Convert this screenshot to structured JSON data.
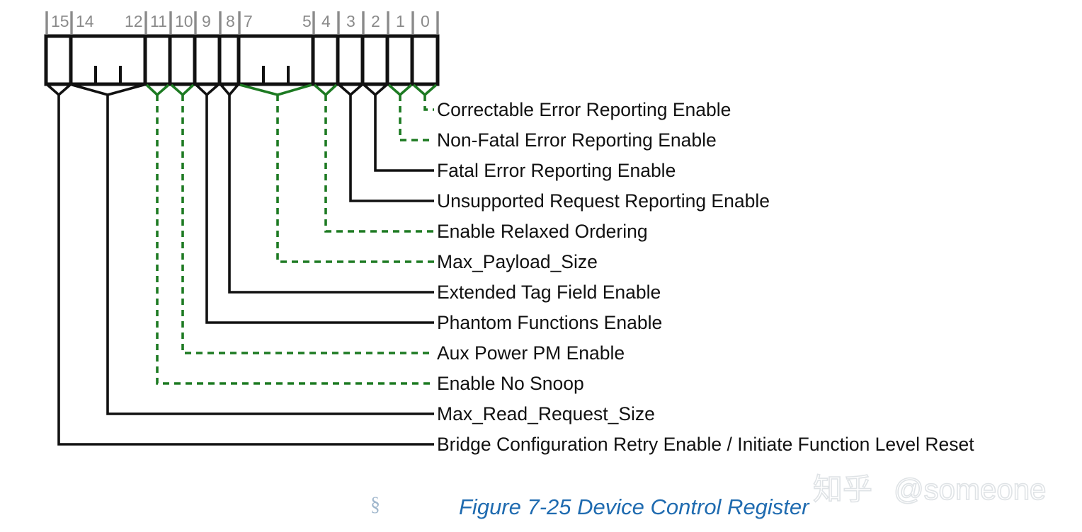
{
  "figure": {
    "caption": "Figure 7-25 Device Control Register",
    "section_mark": "§",
    "caption_color": "#1f6bb0"
  },
  "watermark": {
    "cjk": "知乎",
    "handle": "@someone",
    "color": "#dfe3e6"
  },
  "colors": {
    "green": "#1d7a22",
    "black": "#111111",
    "tick_gray": "#8a8a8a",
    "background": "#ffffff"
  },
  "register": {
    "title": "Device Control Register",
    "width_bits": 16,
    "msb": 15,
    "lsb": 0,
    "tick_labels": [
      "15",
      "14",
      "12",
      "11",
      "10",
      "9",
      "8",
      "7",
      "5",
      "4",
      "3",
      "2",
      "1",
      "0"
    ],
    "cells": [
      {
        "label": "15",
        "bits": "15",
        "span": 1,
        "leader": "black"
      },
      {
        "label": "14",
        "bits": "14:12",
        "span": 3,
        "leader": "black"
      },
      {
        "label": "11",
        "bits": "11",
        "span": 1,
        "leader": "green"
      },
      {
        "label": "10",
        "bits": "10",
        "span": 1,
        "leader": "green"
      },
      {
        "label": "9",
        "bits": "9",
        "span": 1,
        "leader": "black"
      },
      {
        "label": "8",
        "bits": "8",
        "span": 1,
        "leader": "black"
      },
      {
        "label": "7",
        "bits": "7:5",
        "span": 3,
        "leader": "green"
      },
      {
        "label": "4",
        "bits": "4",
        "span": 1,
        "leader": "green"
      },
      {
        "label": "3",
        "bits": "3",
        "span": 1,
        "leader": "black"
      },
      {
        "label": "2",
        "bits": "2",
        "span": 1,
        "leader": "black"
      },
      {
        "label": "1",
        "bits": "1",
        "span": 1,
        "leader": "green"
      },
      {
        "label": "0",
        "bits": "0",
        "span": 1,
        "leader": "green"
      }
    ]
  },
  "fields": [
    {
      "index": 0,
      "name": "Correctable Error Reporting Enable",
      "bits": "0",
      "leader": "green"
    },
    {
      "index": 1,
      "name": "Non-Fatal Error Reporting Enable",
      "bits": "1",
      "leader": "green"
    },
    {
      "index": 2,
      "name": "Fatal Error Reporting Enable",
      "bits": "2",
      "leader": "black"
    },
    {
      "index": 3,
      "name": "Unsupported Request Reporting Enable",
      "bits": "3",
      "leader": "black"
    },
    {
      "index": 4,
      "name": "Enable Relaxed Ordering",
      "bits": "4",
      "leader": "green"
    },
    {
      "index": 5,
      "name": "Max_Payload_Size",
      "bits": "7:5",
      "leader": "green"
    },
    {
      "index": 6,
      "name": "Extended Tag Field Enable",
      "bits": "8",
      "leader": "black"
    },
    {
      "index": 7,
      "name": "Phantom Functions Enable",
      "bits": "9",
      "leader": "black"
    },
    {
      "index": 8,
      "name": "Aux Power PM Enable",
      "bits": "10",
      "leader": "green"
    },
    {
      "index": 9,
      "name": "Enable No Snoop",
      "bits": "11",
      "leader": "green"
    },
    {
      "index": 10,
      "name": "Max_Read_Request_Size",
      "bits": "14:12",
      "leader": "black"
    },
    {
      "index": 11,
      "name": "Bridge Configuration Retry Enable / Initiate Function Level Reset",
      "bits": "15",
      "leader": "black"
    }
  ]
}
